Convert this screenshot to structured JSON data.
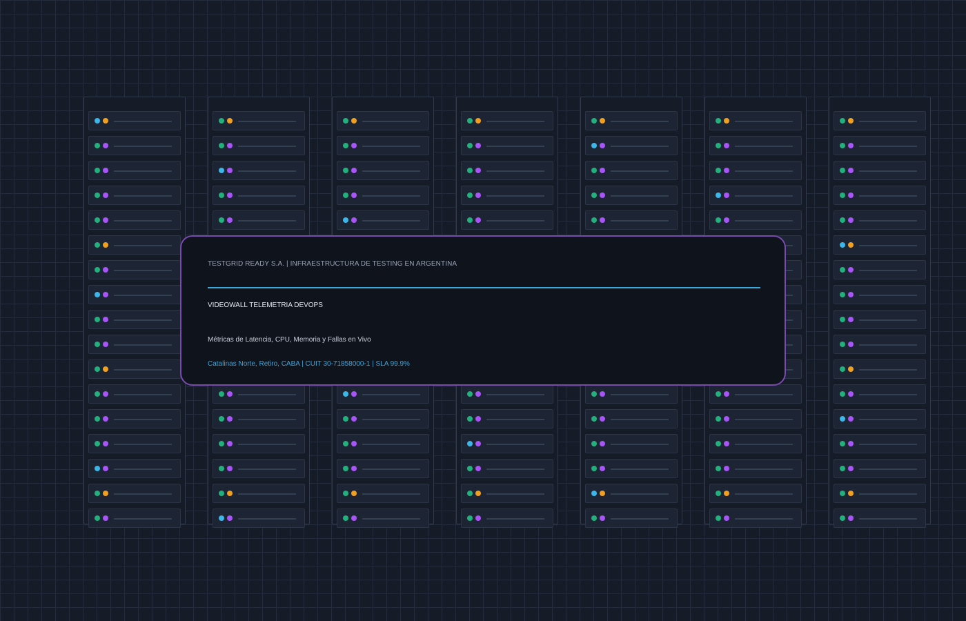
{
  "banner": {
    "company": "TESTGRID READY S.A. | INFRAESTRUCTURA DE TESTING EN ARGENTINA",
    "title": "VIDEOWALL TELEMETRIA DEVOPS",
    "subtitle": "Métricas de Latencia, CPU, Memoria y Fallas en Vivo",
    "footer": "Catalinas Norte, Retiro, CABA | CUIT 30-71858000-1 | SLA 99.9%"
  },
  "colors": {
    "green": "#22b07d",
    "blue": "#3ab7e8",
    "amber": "#f0a020",
    "purple": "#a855f7",
    "border_accent": "#7a4ab0",
    "divider": "#3aa9dc"
  },
  "racks": [
    {
      "leds": [
        [
          "blue",
          "amber"
        ],
        [
          "green",
          "purple"
        ],
        [
          "green",
          "purple"
        ],
        [
          "green",
          "purple"
        ],
        [
          "green",
          "purple"
        ],
        [
          "green",
          "amber"
        ],
        [
          "green",
          "purple"
        ],
        [
          "blue",
          "purple"
        ],
        [
          "green",
          "purple"
        ],
        [
          "green",
          "purple"
        ],
        [
          "green",
          "amber"
        ],
        [
          "green",
          "purple"
        ],
        [
          "green",
          "purple"
        ],
        [
          "green",
          "purple"
        ],
        [
          "blue",
          "purple"
        ],
        [
          "green",
          "amber"
        ],
        [
          "green",
          "purple"
        ]
      ]
    },
    {
      "leds": [
        [
          "green",
          "amber"
        ],
        [
          "green",
          "purple"
        ],
        [
          "blue",
          "purple"
        ],
        [
          "green",
          "purple"
        ],
        [
          "green",
          "purple"
        ],
        [
          "green",
          "purple"
        ],
        [
          "green",
          "purple"
        ],
        [
          "green",
          "purple"
        ],
        [
          "green",
          "purple"
        ],
        [
          "green",
          "purple"
        ],
        [
          "green",
          "purple"
        ],
        [
          "green",
          "purple"
        ],
        [
          "green",
          "purple"
        ],
        [
          "green",
          "purple"
        ],
        [
          "green",
          "purple"
        ],
        [
          "green",
          "amber"
        ],
        [
          "blue",
          "purple"
        ]
      ]
    },
    {
      "leds": [
        [
          "green",
          "amber"
        ],
        [
          "green",
          "purple"
        ],
        [
          "green",
          "purple"
        ],
        [
          "green",
          "purple"
        ],
        [
          "blue",
          "purple"
        ],
        [
          "green",
          "purple"
        ],
        [
          "green",
          "purple"
        ],
        [
          "green",
          "purple"
        ],
        [
          "green",
          "purple"
        ],
        [
          "green",
          "purple"
        ],
        [
          "green",
          "purple"
        ],
        [
          "blue",
          "purple"
        ],
        [
          "green",
          "purple"
        ],
        [
          "green",
          "purple"
        ],
        [
          "green",
          "purple"
        ],
        [
          "green",
          "amber"
        ],
        [
          "green",
          "purple"
        ]
      ]
    },
    {
      "leds": [
        [
          "green",
          "amber"
        ],
        [
          "green",
          "purple"
        ],
        [
          "green",
          "purple"
        ],
        [
          "green",
          "purple"
        ],
        [
          "green",
          "purple"
        ],
        [
          "green",
          "purple"
        ],
        [
          "green",
          "purple"
        ],
        [
          "green",
          "purple"
        ],
        [
          "green",
          "purple"
        ],
        [
          "green",
          "purple"
        ],
        [
          "green",
          "purple"
        ],
        [
          "green",
          "purple"
        ],
        [
          "green",
          "purple"
        ],
        [
          "blue",
          "purple"
        ],
        [
          "green",
          "purple"
        ],
        [
          "green",
          "amber"
        ],
        [
          "green",
          "purple"
        ]
      ]
    },
    {
      "leds": [
        [
          "green",
          "amber"
        ],
        [
          "blue",
          "purple"
        ],
        [
          "green",
          "purple"
        ],
        [
          "green",
          "purple"
        ],
        [
          "green",
          "purple"
        ],
        [
          "green",
          "purple"
        ],
        [
          "green",
          "purple"
        ],
        [
          "green",
          "purple"
        ],
        [
          "green",
          "purple"
        ],
        [
          "green",
          "purple"
        ],
        [
          "green",
          "purple"
        ],
        [
          "green",
          "purple"
        ],
        [
          "green",
          "purple"
        ],
        [
          "green",
          "purple"
        ],
        [
          "green",
          "purple"
        ],
        [
          "blue",
          "amber"
        ],
        [
          "green",
          "purple"
        ]
      ]
    },
    {
      "leds": [
        [
          "green",
          "amber"
        ],
        [
          "green",
          "purple"
        ],
        [
          "green",
          "purple"
        ],
        [
          "blue",
          "purple"
        ],
        [
          "green",
          "purple"
        ],
        [
          "green",
          "purple"
        ],
        [
          "green",
          "purple"
        ],
        [
          "green",
          "purple"
        ],
        [
          "green",
          "purple"
        ],
        [
          "green",
          "purple"
        ],
        [
          "green",
          "purple"
        ],
        [
          "green",
          "purple"
        ],
        [
          "green",
          "purple"
        ],
        [
          "green",
          "purple"
        ],
        [
          "green",
          "purple"
        ],
        [
          "green",
          "amber"
        ],
        [
          "green",
          "purple"
        ]
      ]
    },
    {
      "leds": [
        [
          "green",
          "amber"
        ],
        [
          "green",
          "purple"
        ],
        [
          "green",
          "purple"
        ],
        [
          "green",
          "purple"
        ],
        [
          "green",
          "purple"
        ],
        [
          "blue",
          "amber"
        ],
        [
          "green",
          "purple"
        ],
        [
          "green",
          "purple"
        ],
        [
          "green",
          "purple"
        ],
        [
          "green",
          "purple"
        ],
        [
          "green",
          "amber"
        ],
        [
          "green",
          "purple"
        ],
        [
          "blue",
          "purple"
        ],
        [
          "green",
          "purple"
        ],
        [
          "green",
          "purple"
        ],
        [
          "green",
          "amber"
        ],
        [
          "green",
          "purple"
        ]
      ]
    }
  ]
}
